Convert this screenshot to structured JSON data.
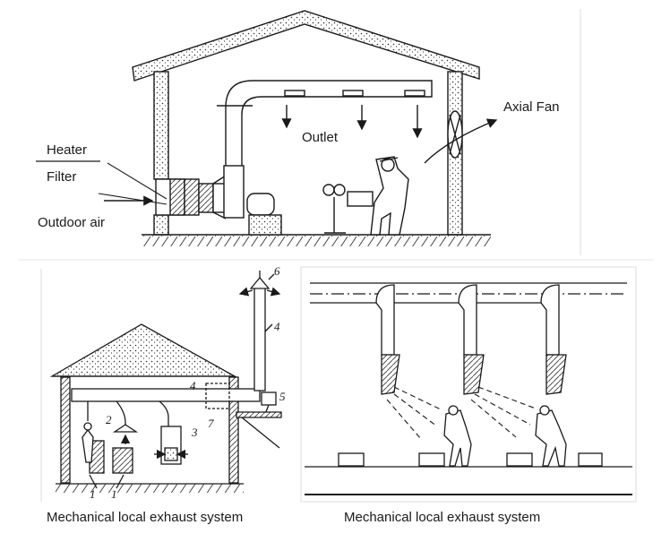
{
  "top_panel": {
    "labels": {
      "heater": "Heater",
      "filter": "Filter",
      "outdoor_air": "Outdoor air",
      "outlet": "Outlet",
      "axial_fan": "Axial Fan"
    }
  },
  "bottom_left_panel": {
    "callouts": [
      "1",
      "1",
      "2",
      "3",
      "4",
      "4",
      "5",
      "6",
      "7"
    ],
    "caption": "Mechanical local exhaust system"
  },
  "bottom_right_panel": {
    "caption": "Mechanical local exhaust system"
  },
  "colors": {
    "ink": "#1a1a1a",
    "frame": "#dddddd",
    "background": "#ffffff"
  }
}
